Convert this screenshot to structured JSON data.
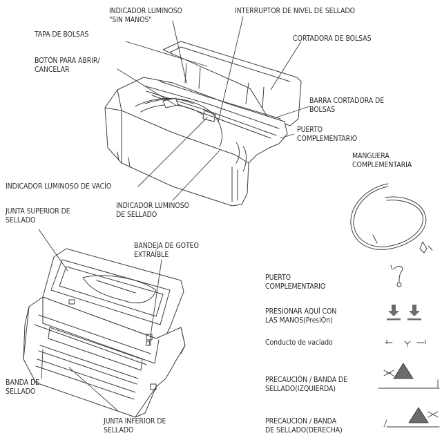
{
  "labels": {
    "indicador_sin_manos": "INDICADOR LUMINOSO\n\"SIN MANOS\"",
    "interruptor_nivel": "INTERRUPTOR DE NIVEL DE SELLADO",
    "tapa_bolsas": "TAPA DE BOLSAS",
    "cortadora_bolsas": "CORTADORA DE BOLSAS",
    "boton_abrir": "BOTÓN PARA ABRIR/\nCANCELAR",
    "barra_cortadora": "BARRA CORTADORA DE\nBOLSAS",
    "puerto_complementario": "PUERTO\nCOMPLEMENTARIO",
    "manguera": "MANGUERA\nCOMPLEMENTARIA",
    "indicador_vacio": "INDICADOR LUMINOSO DE VACÍO",
    "indicador_sellado": "INDICADOR LUMINOSO\nDE SELLADO",
    "junta_superior": "JUNTA SUPERIOR DE\nSELLADO",
    "bandeja_goteo": "BANDEJA DE GOTEO\nEXTRAÍBLE",
    "banda_sellado": "BANDA DE\nSELLADO",
    "junta_inferior": "JUNTA INFERIOR DE\nSELLADO"
  },
  "legend": {
    "puerto": "PUERTO\nCOMPLEMENTARIO",
    "presionar": "PRESIONAR AQUÍ CON\nLAS MANOS(PresiÓn)",
    "conducto": "Conducto de vaciado",
    "precaucion_izq": "PRECAUCIÓN / BANDA DE\nSELLADO(IZQUIERDA)",
    "precaucion_der": "PRECAUCIÓN / BANDA\nDE SELLADO(DERECHA)"
  },
  "icons": {
    "line_color": "#3a3a3a",
    "fill_gray": "#6b6b6b"
  }
}
